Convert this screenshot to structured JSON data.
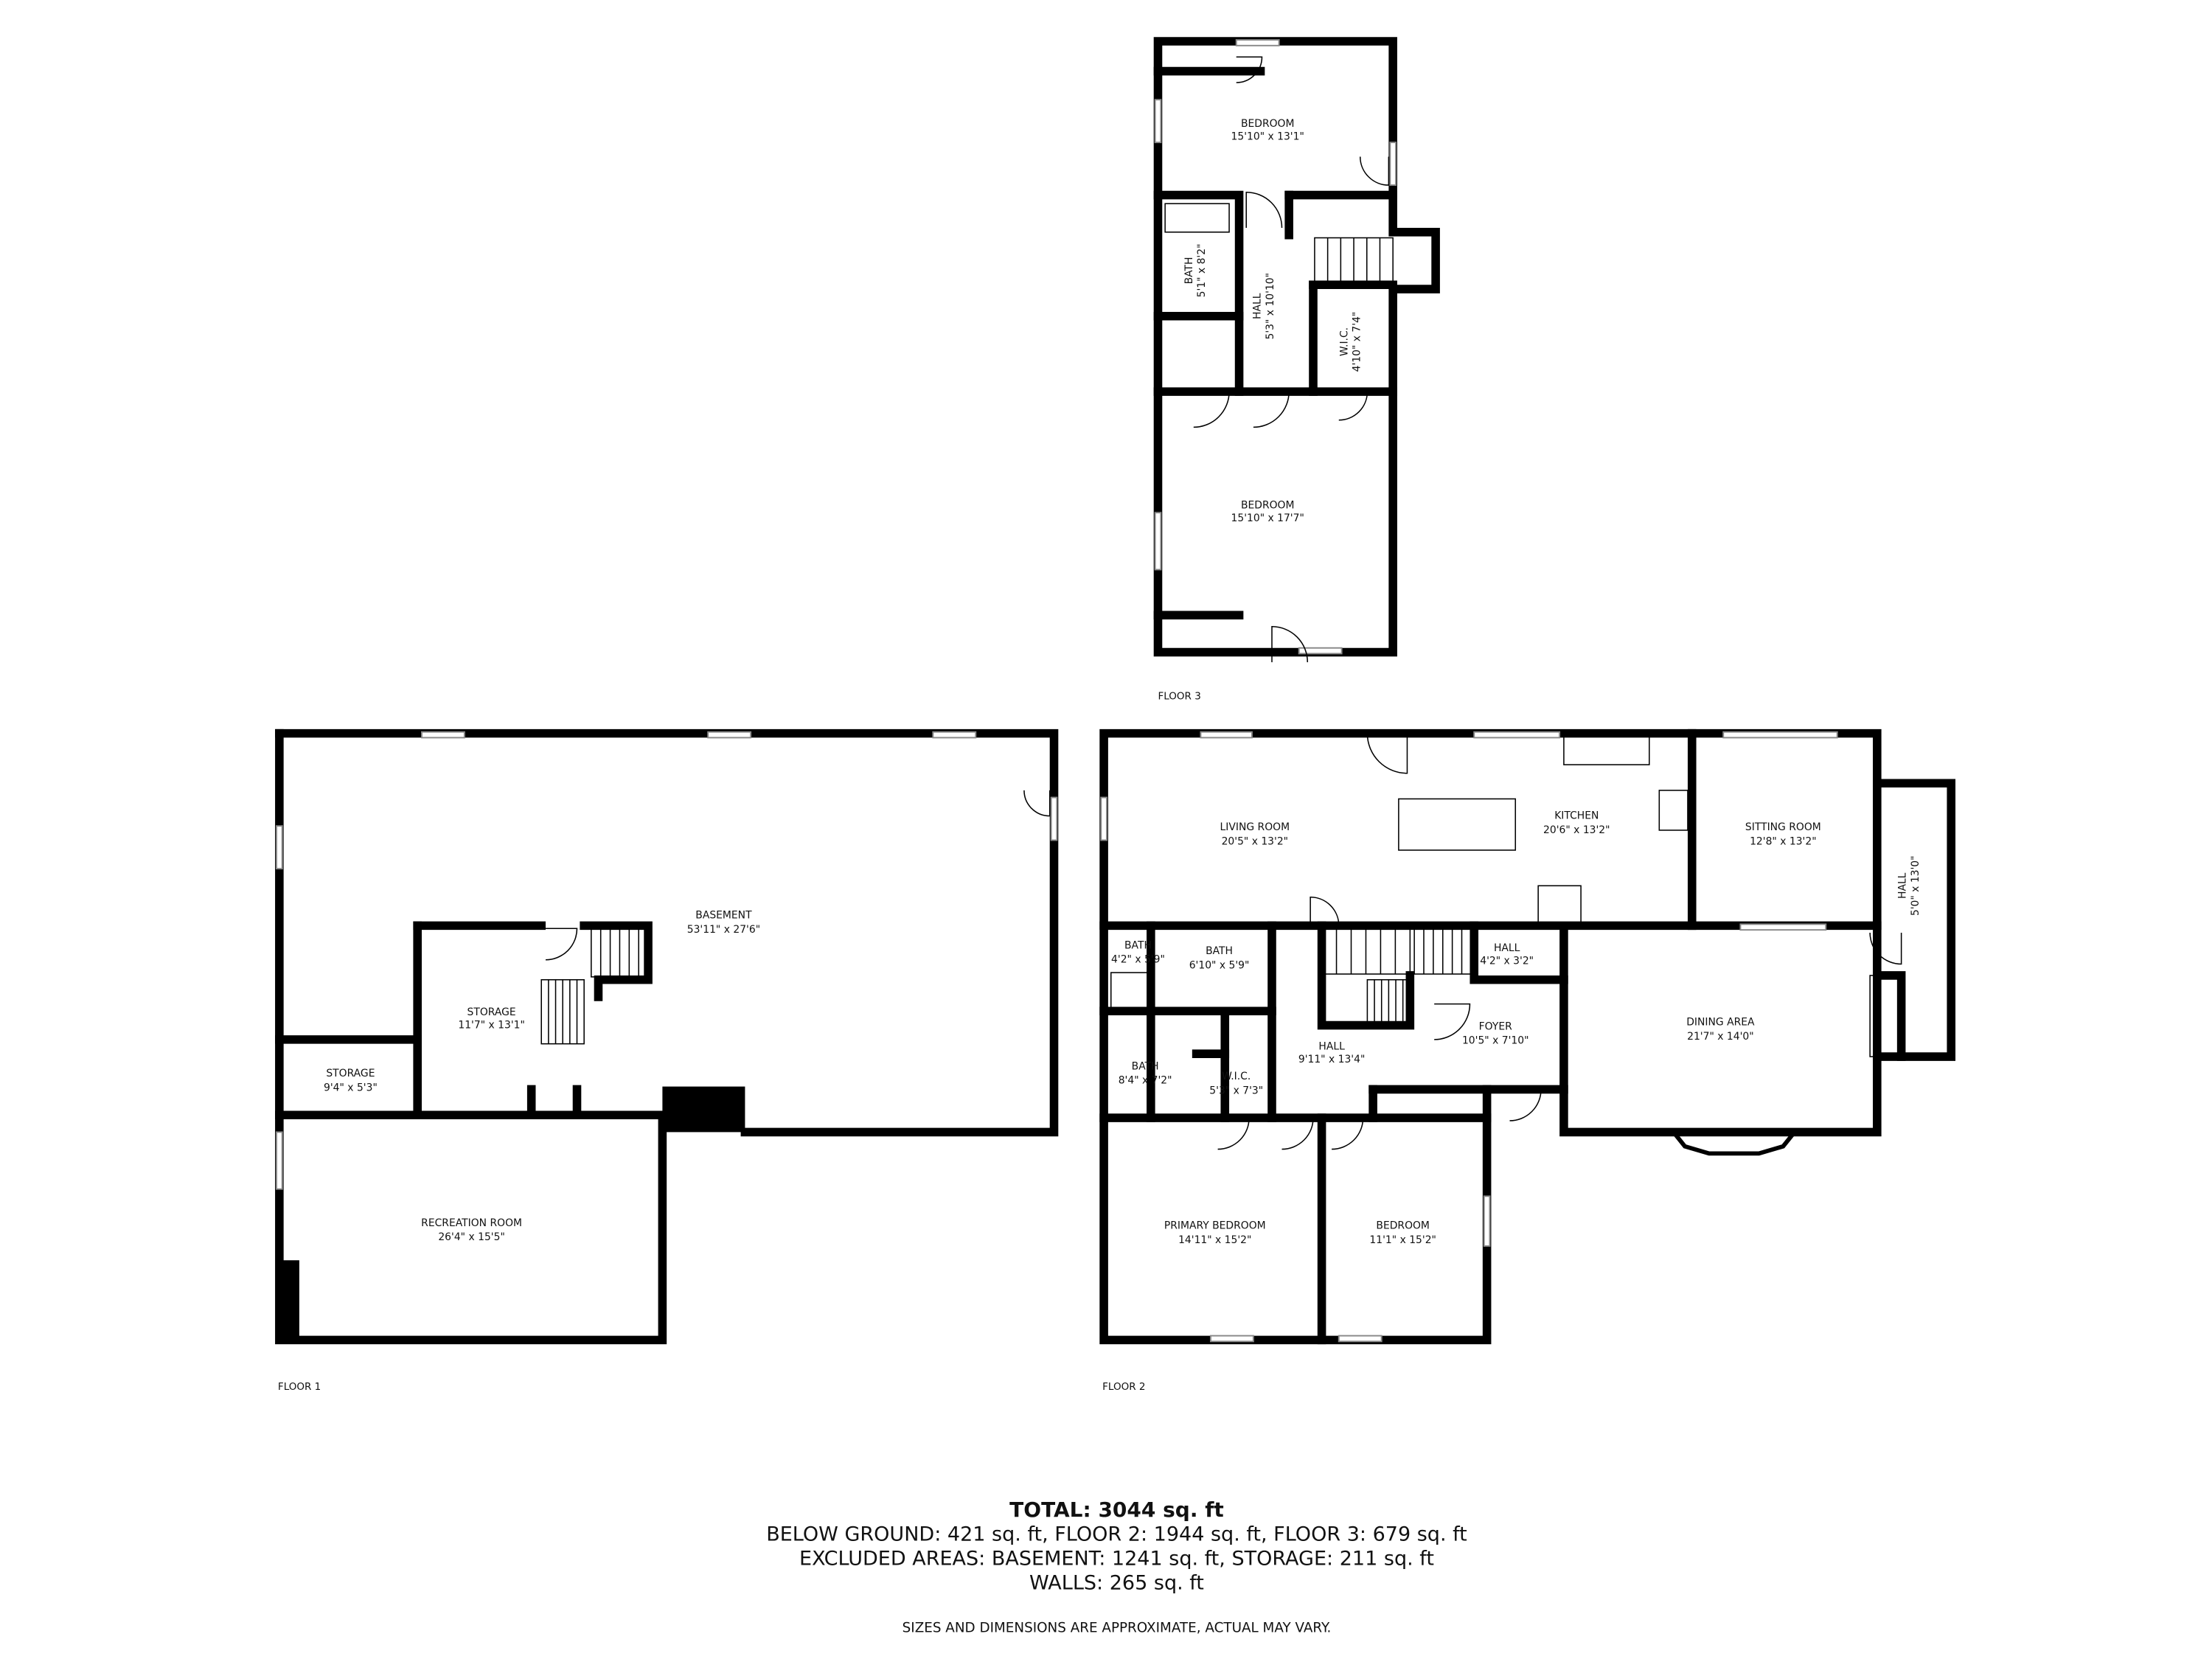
{
  "floors": {
    "floor3": {
      "label": "FLOOR 3",
      "rooms": [
        {
          "name": "BEDROOM",
          "dims": "15'10\" x 13'1\""
        },
        {
          "name": "BATH",
          "dims": "5'1\" x 8'2\""
        },
        {
          "name": "HALL",
          "dims": "5'3\" x 10'10\""
        },
        {
          "name": "W.I.C.",
          "dims": "4'10\" x 7'4\""
        },
        {
          "name": "BEDROOM",
          "dims": "15'10\" x 17'7\""
        }
      ]
    },
    "floor1": {
      "label": "FLOOR 1",
      "rooms": [
        {
          "name": "BASEMENT",
          "dims": "53'11\" x 27'6\""
        },
        {
          "name": "STORAGE",
          "dims": "11'7\" x 13'1\""
        },
        {
          "name": "STORAGE",
          "dims": "9'4\" x 5'3\""
        },
        {
          "name": "RECREATION ROOM",
          "dims": "26'4\" x 15'5\""
        }
      ]
    },
    "floor2": {
      "label": "FLOOR 2",
      "rooms": [
        {
          "name": "LIVING ROOM",
          "dims": "20'5\" x 13'2\""
        },
        {
          "name": "KITCHEN",
          "dims": "20'6\" x 13'2\""
        },
        {
          "name": "SITTING ROOM",
          "dims": "12'8\" x 13'2\""
        },
        {
          "name": "HALL",
          "dims": "5'0\" x 13'0\""
        },
        {
          "name": "BATH",
          "dims": "4'2\" x 5'9\""
        },
        {
          "name": "BATH",
          "dims": "6'10\" x 5'9\""
        },
        {
          "name": "HALL",
          "dims": "4'2\" x 3'2\""
        },
        {
          "name": "FOYER",
          "dims": "10'5\" x 7'10\""
        },
        {
          "name": "HALL",
          "dims": "9'11\" x 13'4\""
        },
        {
          "name": "BATH",
          "dims": "8'4\" x 7'2\""
        },
        {
          "name": "W.I.C.",
          "dims": "5'3\" x 7'3\""
        },
        {
          "name": "DINING AREA",
          "dims": "21'7\" x 14'0\""
        },
        {
          "name": "PRIMARY BEDROOM",
          "dims": "14'11\" x 15'2\""
        },
        {
          "name": "BEDROOM",
          "dims": "11'1\" x 15'2\""
        }
      ]
    }
  },
  "summary": {
    "total": "TOTAL: 3044 sq. ft",
    "line1": "BELOW GROUND: 421 sq. ft, FLOOR 2: 1944 sq. ft, FLOOR 3: 679 sq. ft",
    "line2": "EXCLUDED AREAS: BASEMENT: 1241 sq. ft, STORAGE: 211 sq. ft",
    "line3": "WALLS: 265 sq. ft",
    "disclaimer": "SIZES AND DIMENSIONS ARE APPROXIMATE, ACTUAL MAY VARY."
  }
}
